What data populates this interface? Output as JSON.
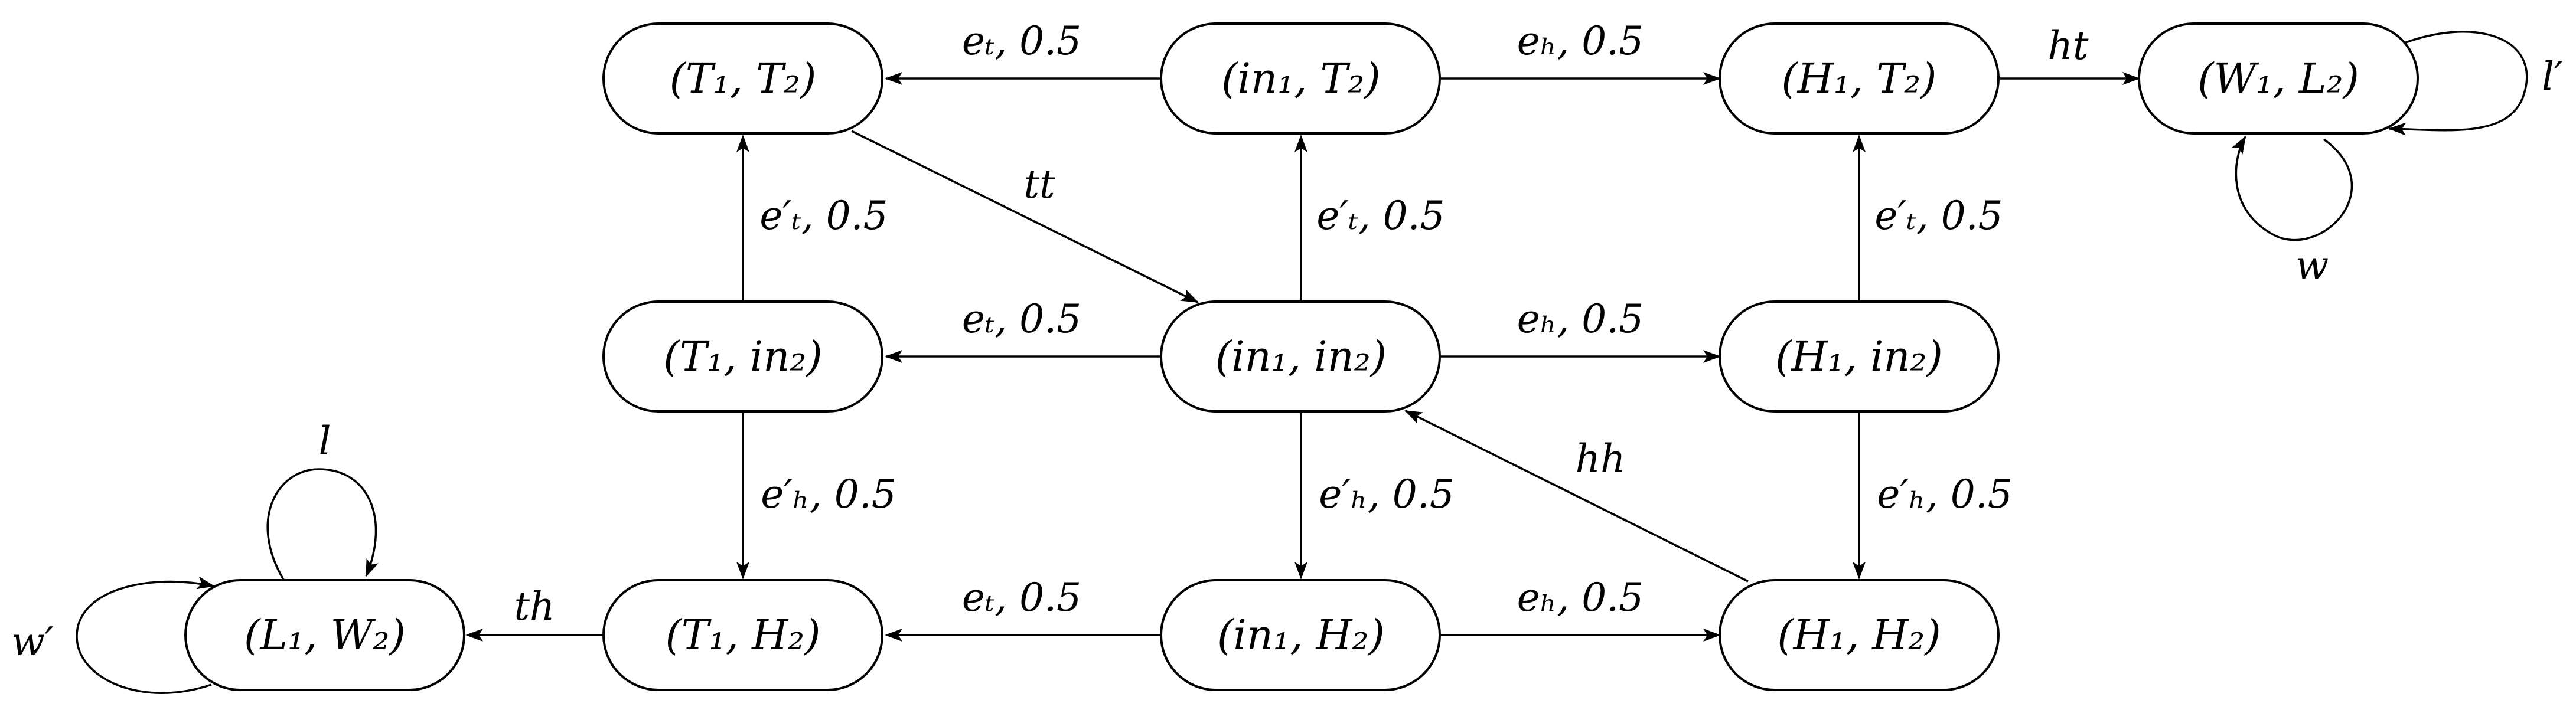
{
  "diagram": {
    "nodes": {
      "T1T2": {
        "label": "(T₁, T₂)"
      },
      "in1T2": {
        "label": "(in₁, T₂)"
      },
      "H1T2": {
        "label": "(H₁, T₂)"
      },
      "W1L2": {
        "label": "(W₁, L₂)"
      },
      "T1in2": {
        "label": "(T₁, in₂)"
      },
      "in1in2": {
        "label": "(in₁, in₂)"
      },
      "H1in2": {
        "label": "(H₁, in₂)"
      },
      "L1W2": {
        "label": "(L₁, W₂)"
      },
      "T1H2": {
        "label": "(T₁, H₂)"
      },
      "in1H2": {
        "label": "(in₁, H₂)"
      },
      "H1H2": {
        "label": "(H₁, H₂)"
      }
    },
    "edges": {
      "in1T2_T1T2": {
        "label": "eₜ, 0.5"
      },
      "in1T2_H1T2": {
        "label": "eₕ, 0.5"
      },
      "H1T2_W1L2": {
        "label": "ht"
      },
      "W1L2_self_l": {
        "label": "l′"
      },
      "W1L2_self_w": {
        "label": "w"
      },
      "T1in2_T1T2": {
        "label": "e′ₜ, 0.5"
      },
      "T1T2_in1in2": {
        "label": "tt"
      },
      "in1in2_in1T2": {
        "label": "e′ₜ, 0.5"
      },
      "H1in2_H1T2": {
        "label": "e′ₜ, 0.5"
      },
      "in1in2_T1in2": {
        "label": "eₜ, 0.5"
      },
      "in1in2_H1in2": {
        "label": "eₕ, 0.5"
      },
      "T1in2_T1H2": {
        "label": "e′ₕ, 0.5"
      },
      "in1in2_in1H2": {
        "label": "e′ₕ, 0.5"
      },
      "H1H2_in1in2": {
        "label": "hh"
      },
      "H1in2_H1H2": {
        "label": "e′ₕ, 0.5"
      },
      "L1W2_self_l": {
        "label": "l"
      },
      "L1W2_self_w": {
        "label": "w′"
      },
      "T1H2_L1W2": {
        "label": "th"
      },
      "in1H2_T1H2": {
        "label": "eₜ, 0.5"
      },
      "in1H2_H1H2": {
        "label": "eₕ, 0.5"
      }
    }
  }
}
